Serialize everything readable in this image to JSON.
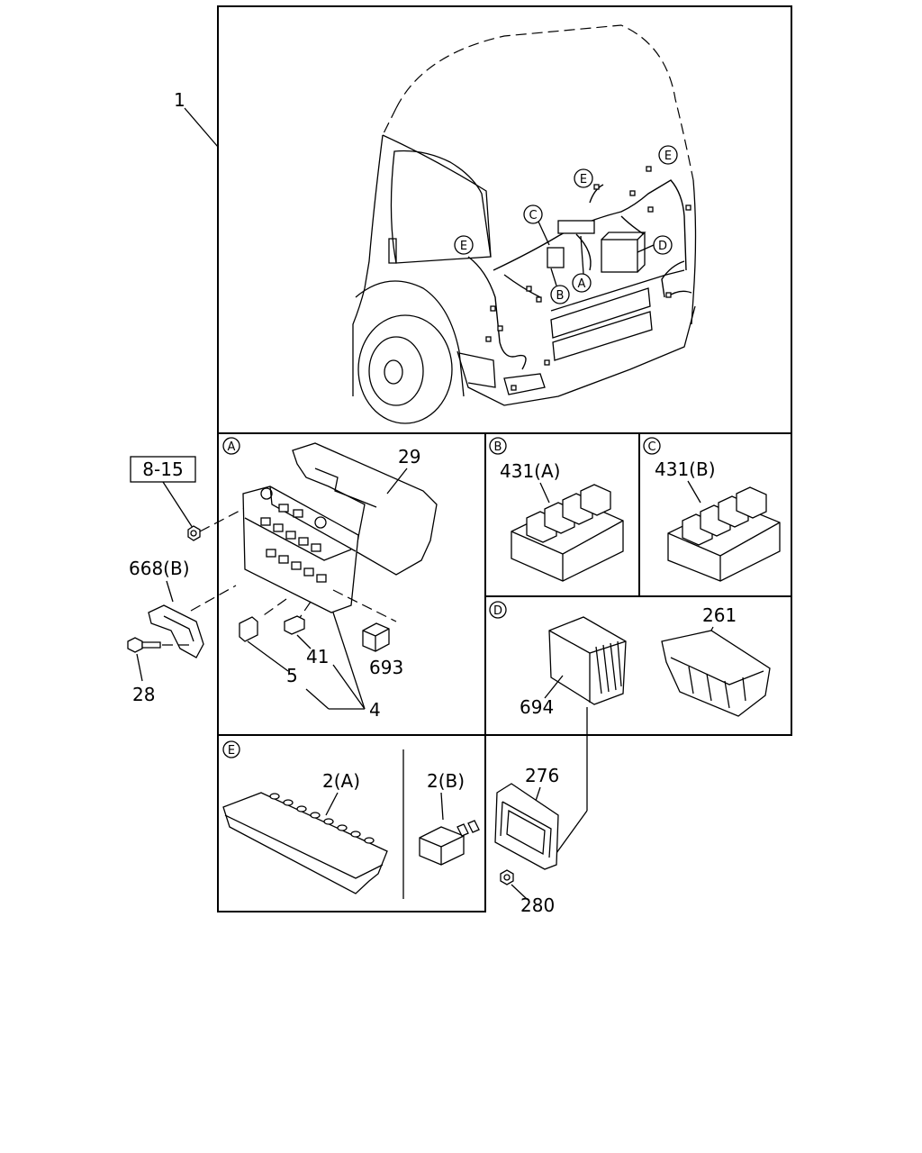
{
  "callouts": {
    "c1": "1",
    "c8_15": "8-15",
    "c668b": "668(B)",
    "c28": "28",
    "c29": "29",
    "c41": "41",
    "c5": "5",
    "c4": "4",
    "c693": "693",
    "c431a": "431(A)",
    "c431b": "431(B)",
    "c261": "261",
    "c694": "694",
    "c2a": "2(A)",
    "c2b": "2(B)",
    "c276": "276",
    "c280": "280"
  },
  "zones": {
    "A": "A",
    "B": "B",
    "C": "C",
    "D": "D",
    "E": "E"
  }
}
